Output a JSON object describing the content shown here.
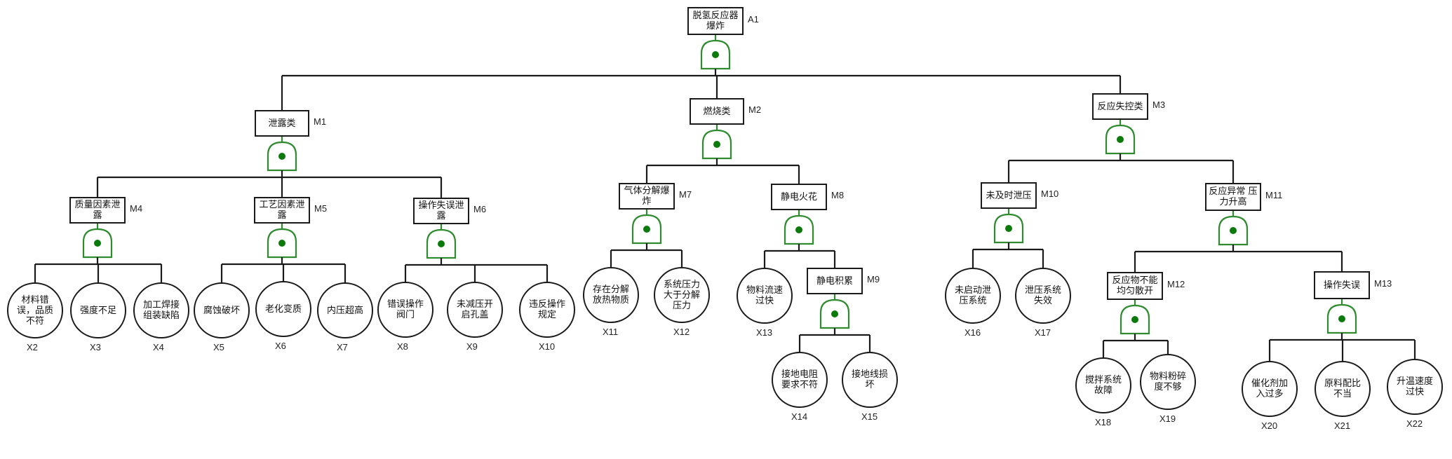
{
  "diagram": {
    "type": "fault-tree",
    "gate_color": "#2e8b2e",
    "gate_dot_color": "#0a7a0a",
    "line_color": "#1a1a1a",
    "top_event": {
      "id": "A1",
      "label": "脱氢反应器爆炸",
      "gate": "OR",
      "children": [
        {
          "id": "M1",
          "label": "泄露类",
          "gate": "OR",
          "children": [
            {
              "id": "M4",
              "label": "质量因素泄露",
              "gate": "OR",
              "children": [
                {
                  "id": "X2",
                  "label": "材料错误，品质不符"
                },
                {
                  "id": "X3",
                  "label": "强度不足"
                },
                {
                  "id": "X4",
                  "label": "加工焊接组装缺陷"
                }
              ]
            },
            {
              "id": "M5",
              "label": "工艺因素泄露",
              "gate": "OR",
              "children": [
                {
                  "id": "X5",
                  "label": "腐蚀破坏"
                },
                {
                  "id": "X6",
                  "label": "老化变质"
                },
                {
                  "id": "X7",
                  "label": "内压超高"
                }
              ]
            },
            {
              "id": "M6",
              "label": "操作失误泄露",
              "gate": "OR",
              "children": [
                {
                  "id": "X8",
                  "label": "错误操作阀门"
                },
                {
                  "id": "X9",
                  "label": "未减压开启孔盖"
                },
                {
                  "id": "X10",
                  "label": "违反操作规定"
                }
              ]
            }
          ]
        },
        {
          "id": "M2",
          "label": "燃烧类",
          "gate": "OR",
          "children": [
            {
              "id": "M7",
              "label": "气体分解爆炸",
              "gate": "OR",
              "children": [
                {
                  "id": "X11",
                  "label": "存在分解放热物质"
                },
                {
                  "id": "X12",
                  "label": "系统压力大于分解压力"
                }
              ]
            },
            {
              "id": "M8",
              "label": "静电火花",
              "gate": "OR",
              "children": [
                {
                  "id": "X13",
                  "label": "物料流速过快"
                },
                {
                  "id": "M9",
                  "label": "静电积累",
                  "gate": "OR",
                  "children": [
                    {
                      "id": "X14",
                      "label": "接地电阻要求不符"
                    },
                    {
                      "id": "X15",
                      "label": "接地线损坏"
                    }
                  ]
                }
              ]
            }
          ]
        },
        {
          "id": "M3",
          "label": "反应失控类",
          "gate": "OR",
          "children": [
            {
              "id": "M10",
              "label": "未及时泄压",
              "gate": "OR",
              "children": [
                {
                  "id": "X16",
                  "label": "未启动泄压系统"
                },
                {
                  "id": "X17",
                  "label": "泄压系统失效"
                }
              ]
            },
            {
              "id": "M11",
              "label": "反应异常 压力升高",
              "gate": "OR",
              "children": [
                {
                  "id": "M12",
                  "label": "反应物不能均匀散开",
                  "gate": "OR",
                  "children": [
                    {
                      "id": "X18",
                      "label": "搅拌系统故障"
                    },
                    {
                      "id": "X19",
                      "label": "物料粉碎度不够"
                    }
                  ]
                },
                {
                  "id": "M13",
                  "label": "操作失误",
                  "gate": "OR",
                  "children": [
                    {
                      "id": "X20",
                      "label": "催化剂加入过多"
                    },
                    {
                      "id": "X21",
                      "label": "原料配比不当"
                    },
                    {
                      "id": "X22",
                      "label": "升温速度过快"
                    }
                  ]
                }
              ]
            }
          ]
        }
      ]
    }
  }
}
